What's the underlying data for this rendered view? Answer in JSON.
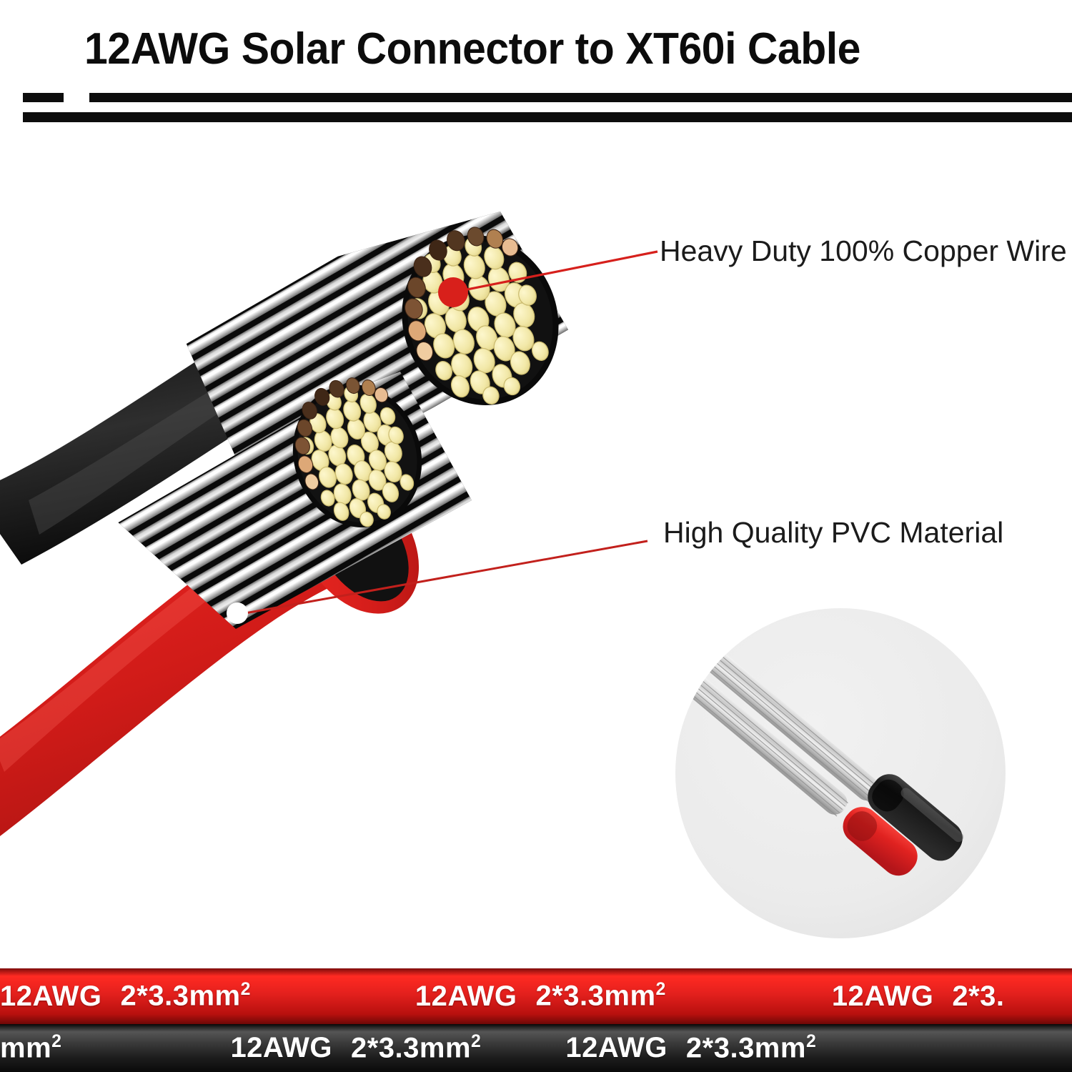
{
  "header": {
    "title": "12AWG Solar Connector to XT60i Cable",
    "rule_color": "#0d0d0d"
  },
  "callouts": [
    {
      "id": "copper",
      "label": "Heavy Duty 100% Copper Wire",
      "marker": "red-dot-marker",
      "line_color": "#d6201c"
    },
    {
      "id": "pvc",
      "label": "High Quality PVC Material",
      "marker": "white-dot-marker",
      "line_color": "#c2201c"
    }
  ],
  "product_image": {
    "name": "solar-cable-cutaway-illustration",
    "jacket_black": "#1a1a1a",
    "jacket_red": "#d91f1c",
    "strand_silver": "#e8e8e8",
    "copper_core": "#f5edb5",
    "copper_edge_dark": "#5a3a23"
  },
  "inset": {
    "name": "stripped-cable-photo-inset",
    "background": "#ebebeb",
    "shape": "circle",
    "contents": "stripped black and red cable with tinned copper strands"
  },
  "strips": {
    "red": {
      "background": "#e3201d",
      "text_color": "#ffffff",
      "segments": [
        {
          "awg": "12AWG",
          "size_num": "2*3.3mm",
          "size_sup": "2"
        },
        {
          "awg": "12AWG",
          "size_num": "2*3.3mm",
          "size_sup": "2"
        },
        {
          "awg": "12AWG",
          "size_num": "2*3.",
          "size_sup": ""
        }
      ]
    },
    "black": {
      "background": "#1d1d1d",
      "text_color": "#ffffff",
      "segments": [
        {
          "awg": "",
          "size_num": "mm",
          "size_sup": "2"
        },
        {
          "awg": "12AWG",
          "size_num": "2*3.3mm",
          "size_sup": "2"
        },
        {
          "awg": "12AWG",
          "size_num": "2*3.3mm",
          "size_sup": "2"
        }
      ]
    }
  }
}
